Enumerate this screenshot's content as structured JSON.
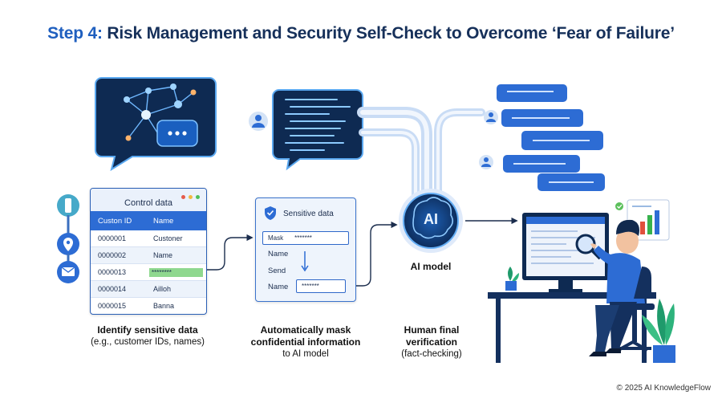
{
  "title": {
    "step": "Step 4:",
    "text": "Risk Management and Security Self-Check to Overcome ‘Fear of Failure’"
  },
  "control_table": {
    "title": "Control data",
    "headers": [
      "Custon ID",
      "Name"
    ],
    "rows": [
      {
        "id": "0000001",
        "name": "Custoner"
      },
      {
        "id": "0000002",
        "name": "Name"
      },
      {
        "id": "0000013",
        "name": "********"
      },
      {
        "id": "0000014",
        "name": "Ailloh"
      },
      {
        "id": "0000015",
        "name": "Banna"
      }
    ]
  },
  "sensitive_card": {
    "title": "Sensitive data",
    "mask_label": "Mask",
    "mask_value": "*******",
    "name_label": "Name",
    "send_label": "Send",
    "name2_label": "Name",
    "name2_value": "*******"
  },
  "ai_model": {
    "badge": "AI",
    "label": "AI model"
  },
  "captions": {
    "step1_title": "Identify sensitive data",
    "step1_sub": "(e.g., customer IDs, names)",
    "step2_line1": "Automatically mask",
    "step2_line2": "confidential information",
    "step2_line3": "to AI model",
    "step3_line1": "Human final",
    "step3_line2": "verification",
    "step3_line3": "(fact-checking)"
  },
  "copyright": "© 2025 AI KnowledgeFlow",
  "colors": {
    "primary": "#2d6cd4",
    "dark_navy": "#0e2a52",
    "title": "#16305a",
    "mask_green": "#8fd88f"
  }
}
